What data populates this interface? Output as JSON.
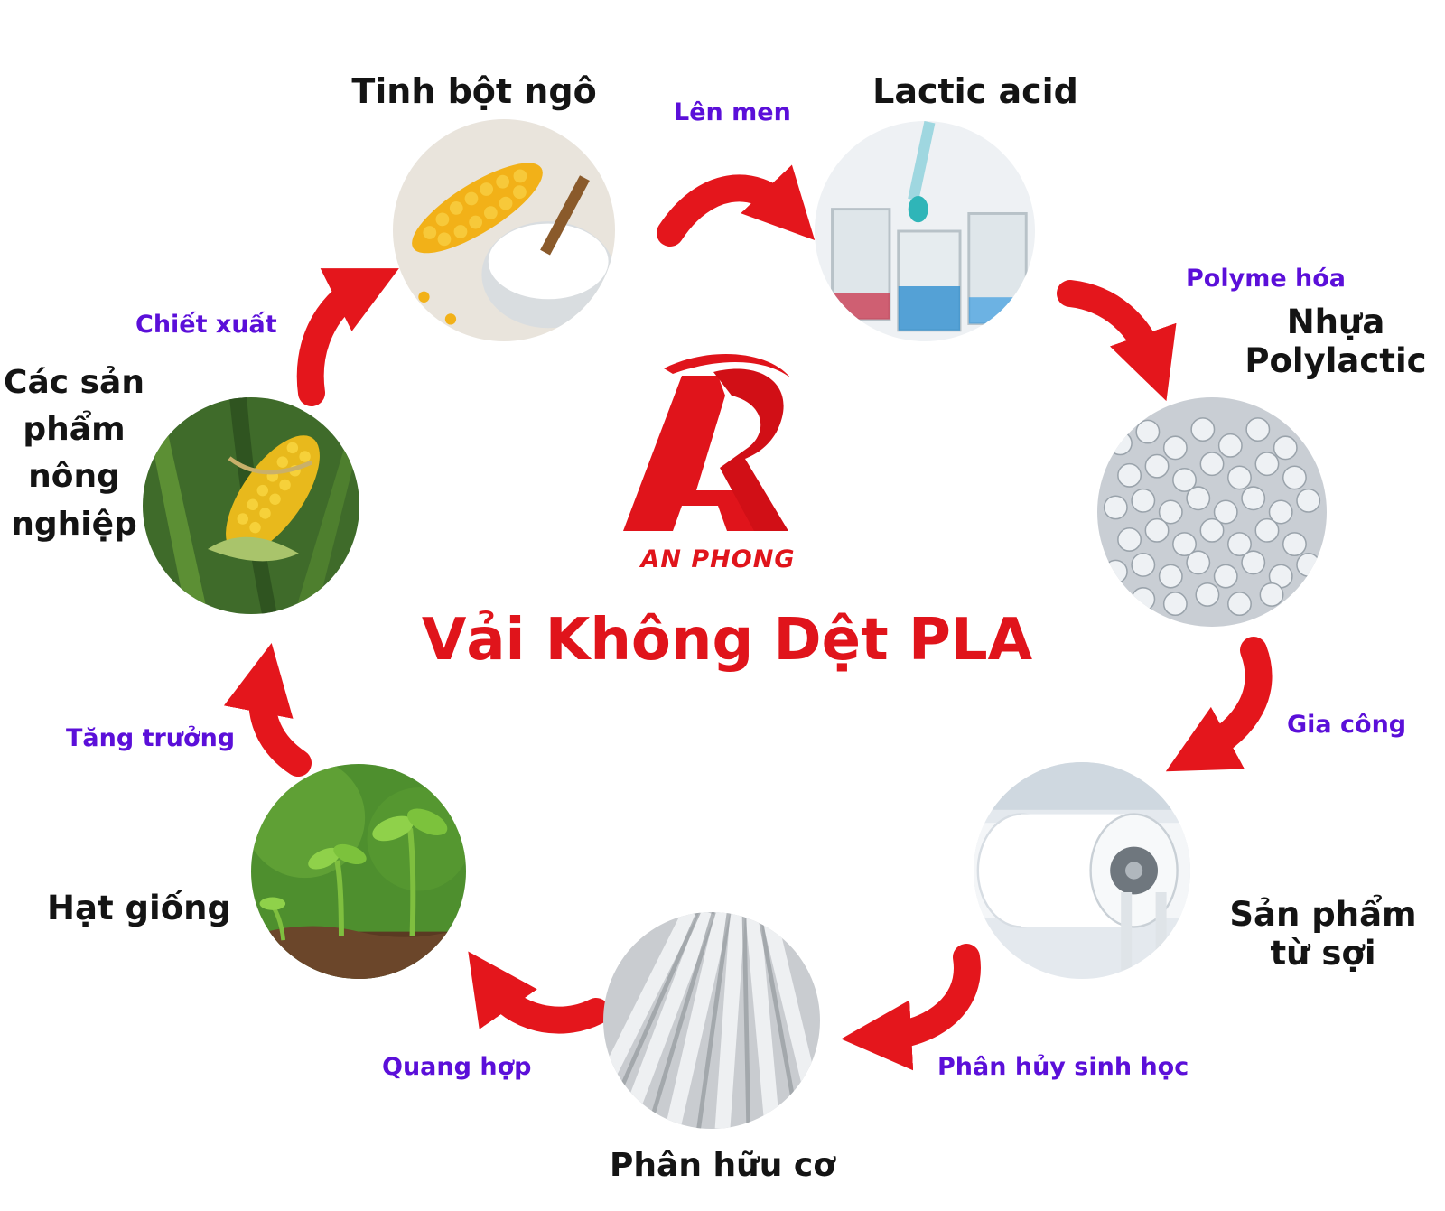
{
  "title": "Vải Không Dệt PLA",
  "brand": {
    "name": "AN PHONG"
  },
  "colors": {
    "title": "#e0141b",
    "arrow": "#e4161c",
    "edge_label": "#5b0fd9",
    "node_label": "#141414"
  },
  "nodes": [
    {
      "label": "Tinh bột ngô",
      "image": "corn-starch"
    },
    {
      "label": "Lactic acid",
      "image": "lab-beakers"
    },
    {
      "label": "Nhựa\nPolylactic",
      "image": "pla-pellets"
    },
    {
      "label": "Sản phẩm\ntừ sợi",
      "image": "fabric-roll"
    },
    {
      "label": "Phân hữu cơ",
      "image": "field-rows"
    },
    {
      "label": "Hạt giống",
      "image": "seedlings"
    },
    {
      "label": "Các sản\nphẩm\nnông\nnghiệp",
      "image": "corn-plant"
    }
  ],
  "edges": [
    {
      "label": "Lên men"
    },
    {
      "label": "Polyme hóa"
    },
    {
      "label": "Gia công"
    },
    {
      "label": "Phân hủy sinh học"
    },
    {
      "label": "Quang hợp"
    },
    {
      "label": "Tăng trưởng"
    },
    {
      "label": "Chiết xuất"
    }
  ]
}
